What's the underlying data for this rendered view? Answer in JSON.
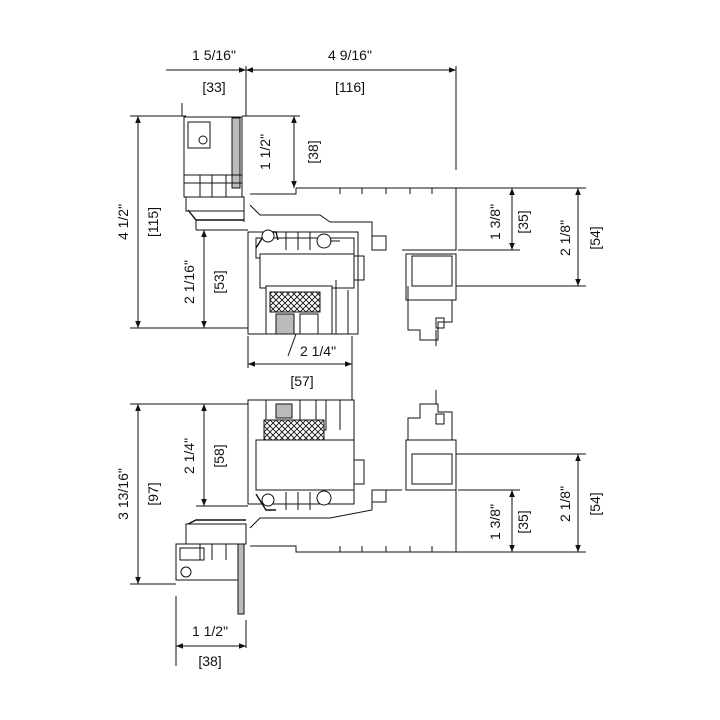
{
  "dimensions": {
    "top_width_left": "1 5/16\"",
    "top_width_left_mm": "[33]",
    "top_width_right": "4 9/16\"",
    "top_width_right_mm": "[116]",
    "head_height": "4 1/2\"",
    "head_height_mm": "[115]",
    "head_top_depth": "1 1/2\"",
    "head_top_depth_mm": "[38]",
    "head_sash_height": "2 1/16\"",
    "head_sash_height_mm": "[53]",
    "head_rail_a": "1 3/8\"",
    "head_rail_a_mm": "[35]",
    "head_rail_b": "2 1/8\"",
    "head_rail_b_mm": "[54]",
    "sash_width": "2 1/4\"",
    "sash_width_mm": "[57]",
    "sill_height": "3 13/16\"",
    "sill_height_mm": "[97]",
    "sill_sash_height": "2 1/4\"",
    "sill_sash_height_mm": "[58]",
    "sill_rail_a": "1 3/8\"",
    "sill_rail_a_mm": "[35]",
    "sill_rail_b": "2 1/8\"",
    "sill_rail_b_mm": "[54]",
    "sill_bottom_width": "1 1/2\"",
    "sill_bottom_width_mm": "[38]"
  },
  "colors": {
    "line": "#111111",
    "fill_gray": "#bbbbbb"
  }
}
